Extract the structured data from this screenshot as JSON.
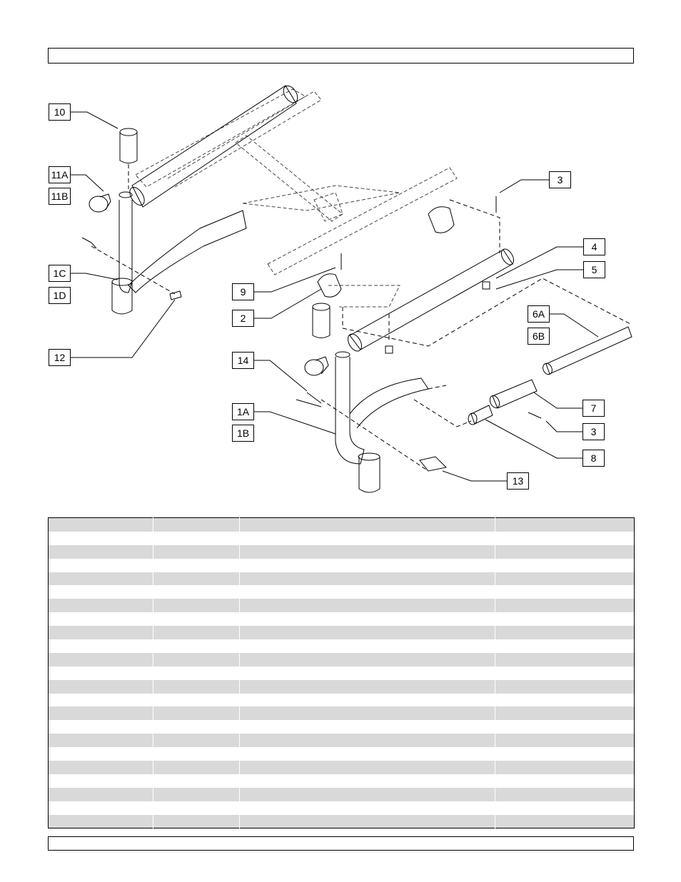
{
  "callouts": {
    "c10": "10",
    "c11a": "11A",
    "c11b": "11B",
    "c1c": "1C",
    "c1d": "1D",
    "c12": "12",
    "c9": "9",
    "c2": "2",
    "c14": "14",
    "c1a": "1A",
    "c1b": "1B",
    "c3top": "3",
    "c4": "4",
    "c5": "5",
    "c6a": "6A",
    "c6b": "6B",
    "c7": "7",
    "c3bottom": "3",
    "c8": "8",
    "c13": "13"
  },
  "table": {
    "row_count": 23
  },
  "colors": {
    "row_shade": "#d9d9d9",
    "line": "#000000"
  }
}
